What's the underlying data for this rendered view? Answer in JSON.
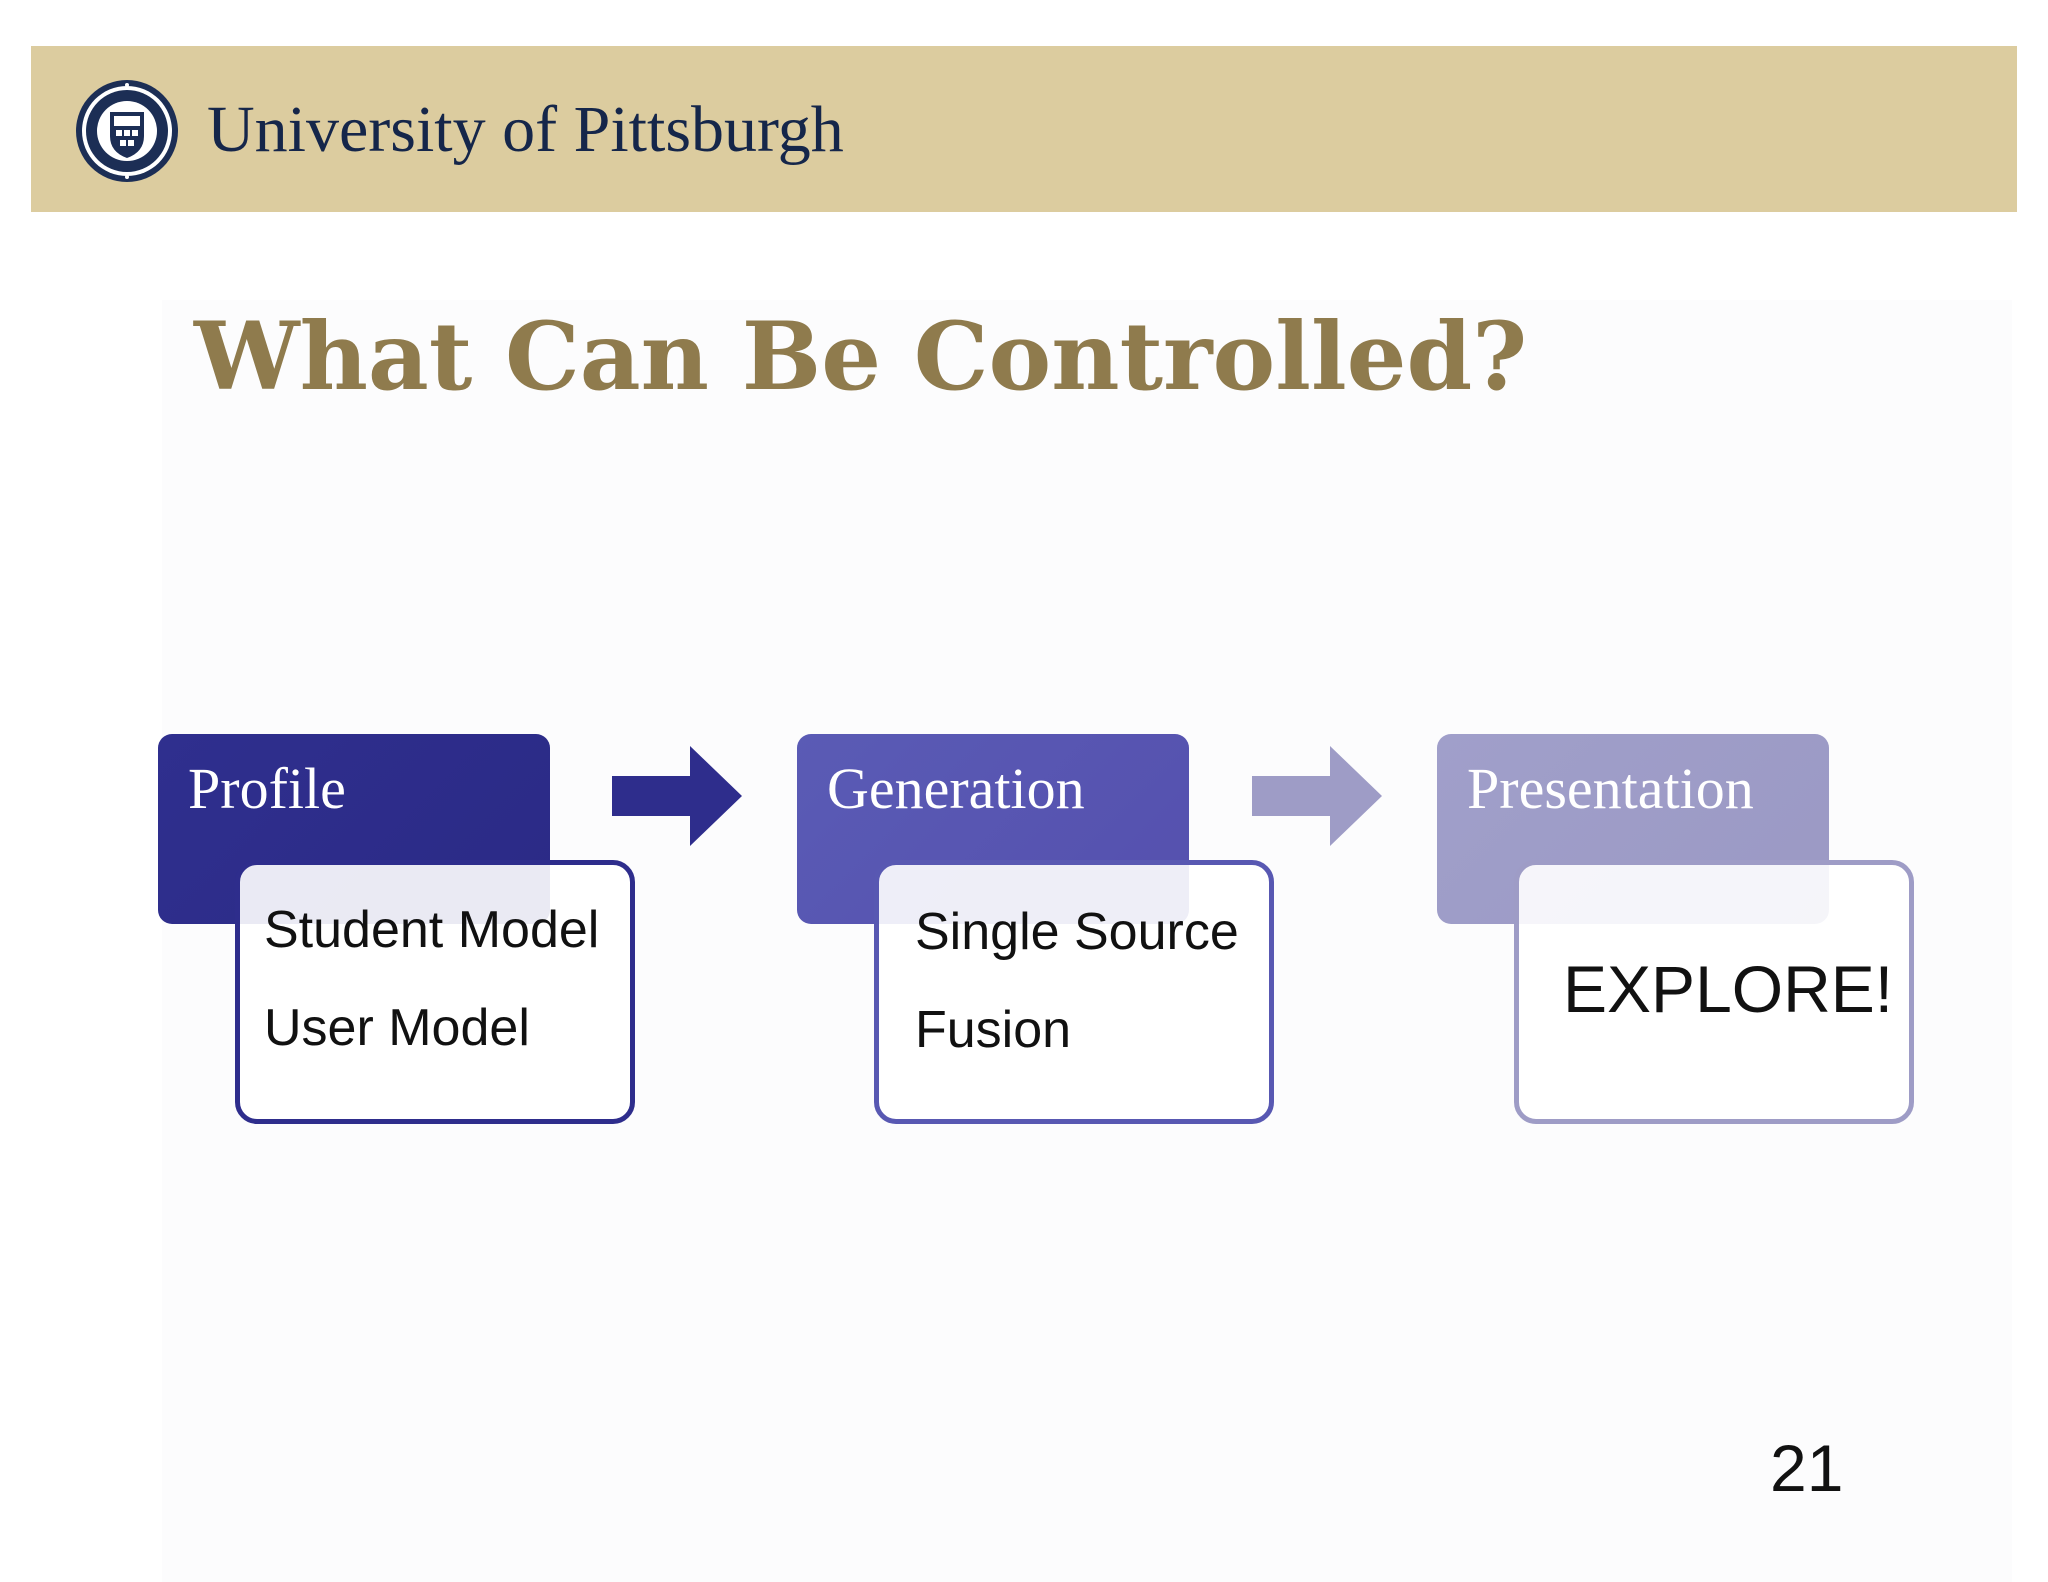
{
  "header": {
    "university_name": "University of Pittsburgh",
    "seal_icon": "university-seal-icon",
    "band_color": "#dccc9f"
  },
  "slide": {
    "title": "What Can Be Controlled?",
    "page_number": "21"
  },
  "stages": [
    {
      "label": "Profile",
      "items": [
        "Student Model",
        "User Model"
      ],
      "header_color": "#2e2d8c",
      "border_color": "#2e2d8c"
    },
    {
      "label": "Generation",
      "items": [
        "Single Source",
        "Fusion"
      ],
      "header_color": "#5858b2",
      "border_color": "#5858b2"
    },
    {
      "label": "Presentation",
      "items": [
        "EXPLORE!"
      ],
      "header_color": "#9e9cc6",
      "border_color": "#9e9cc6"
    }
  ],
  "arrows": [
    {
      "icon": "right-arrow-icon",
      "color": "#2e2d8c"
    },
    {
      "icon": "right-arrow-icon",
      "color": "#9e9cc6"
    }
  ]
}
